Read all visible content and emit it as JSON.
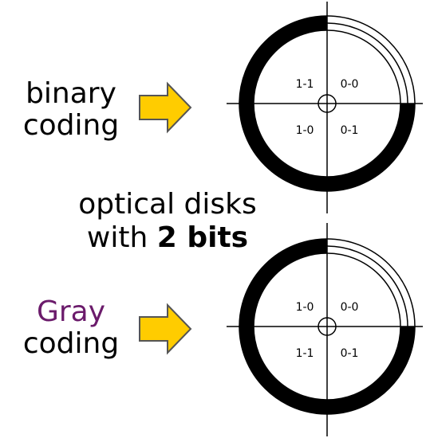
{
  "colors": {
    "background": "#ffffff",
    "arrow_fill": "#ffcc00",
    "arrow_stroke": "#555555",
    "gray_label": "#6b1b6b",
    "ink": "#000000"
  },
  "top": {
    "label_line1": "binary",
    "label_line2": "coding",
    "quadrants": {
      "tl": "1-1",
      "tr": "0-0",
      "bl": "1-0",
      "br": "0-1"
    }
  },
  "caption": {
    "line1": "optical disks",
    "line2_prefix": "with ",
    "line2_bold": "2 bits"
  },
  "bottom": {
    "label_line1": "Gray",
    "label_line2": "coding",
    "quadrants": {
      "tl": "1-0",
      "tr": "0-0",
      "bl": "1-1",
      "br": "0-1"
    }
  }
}
